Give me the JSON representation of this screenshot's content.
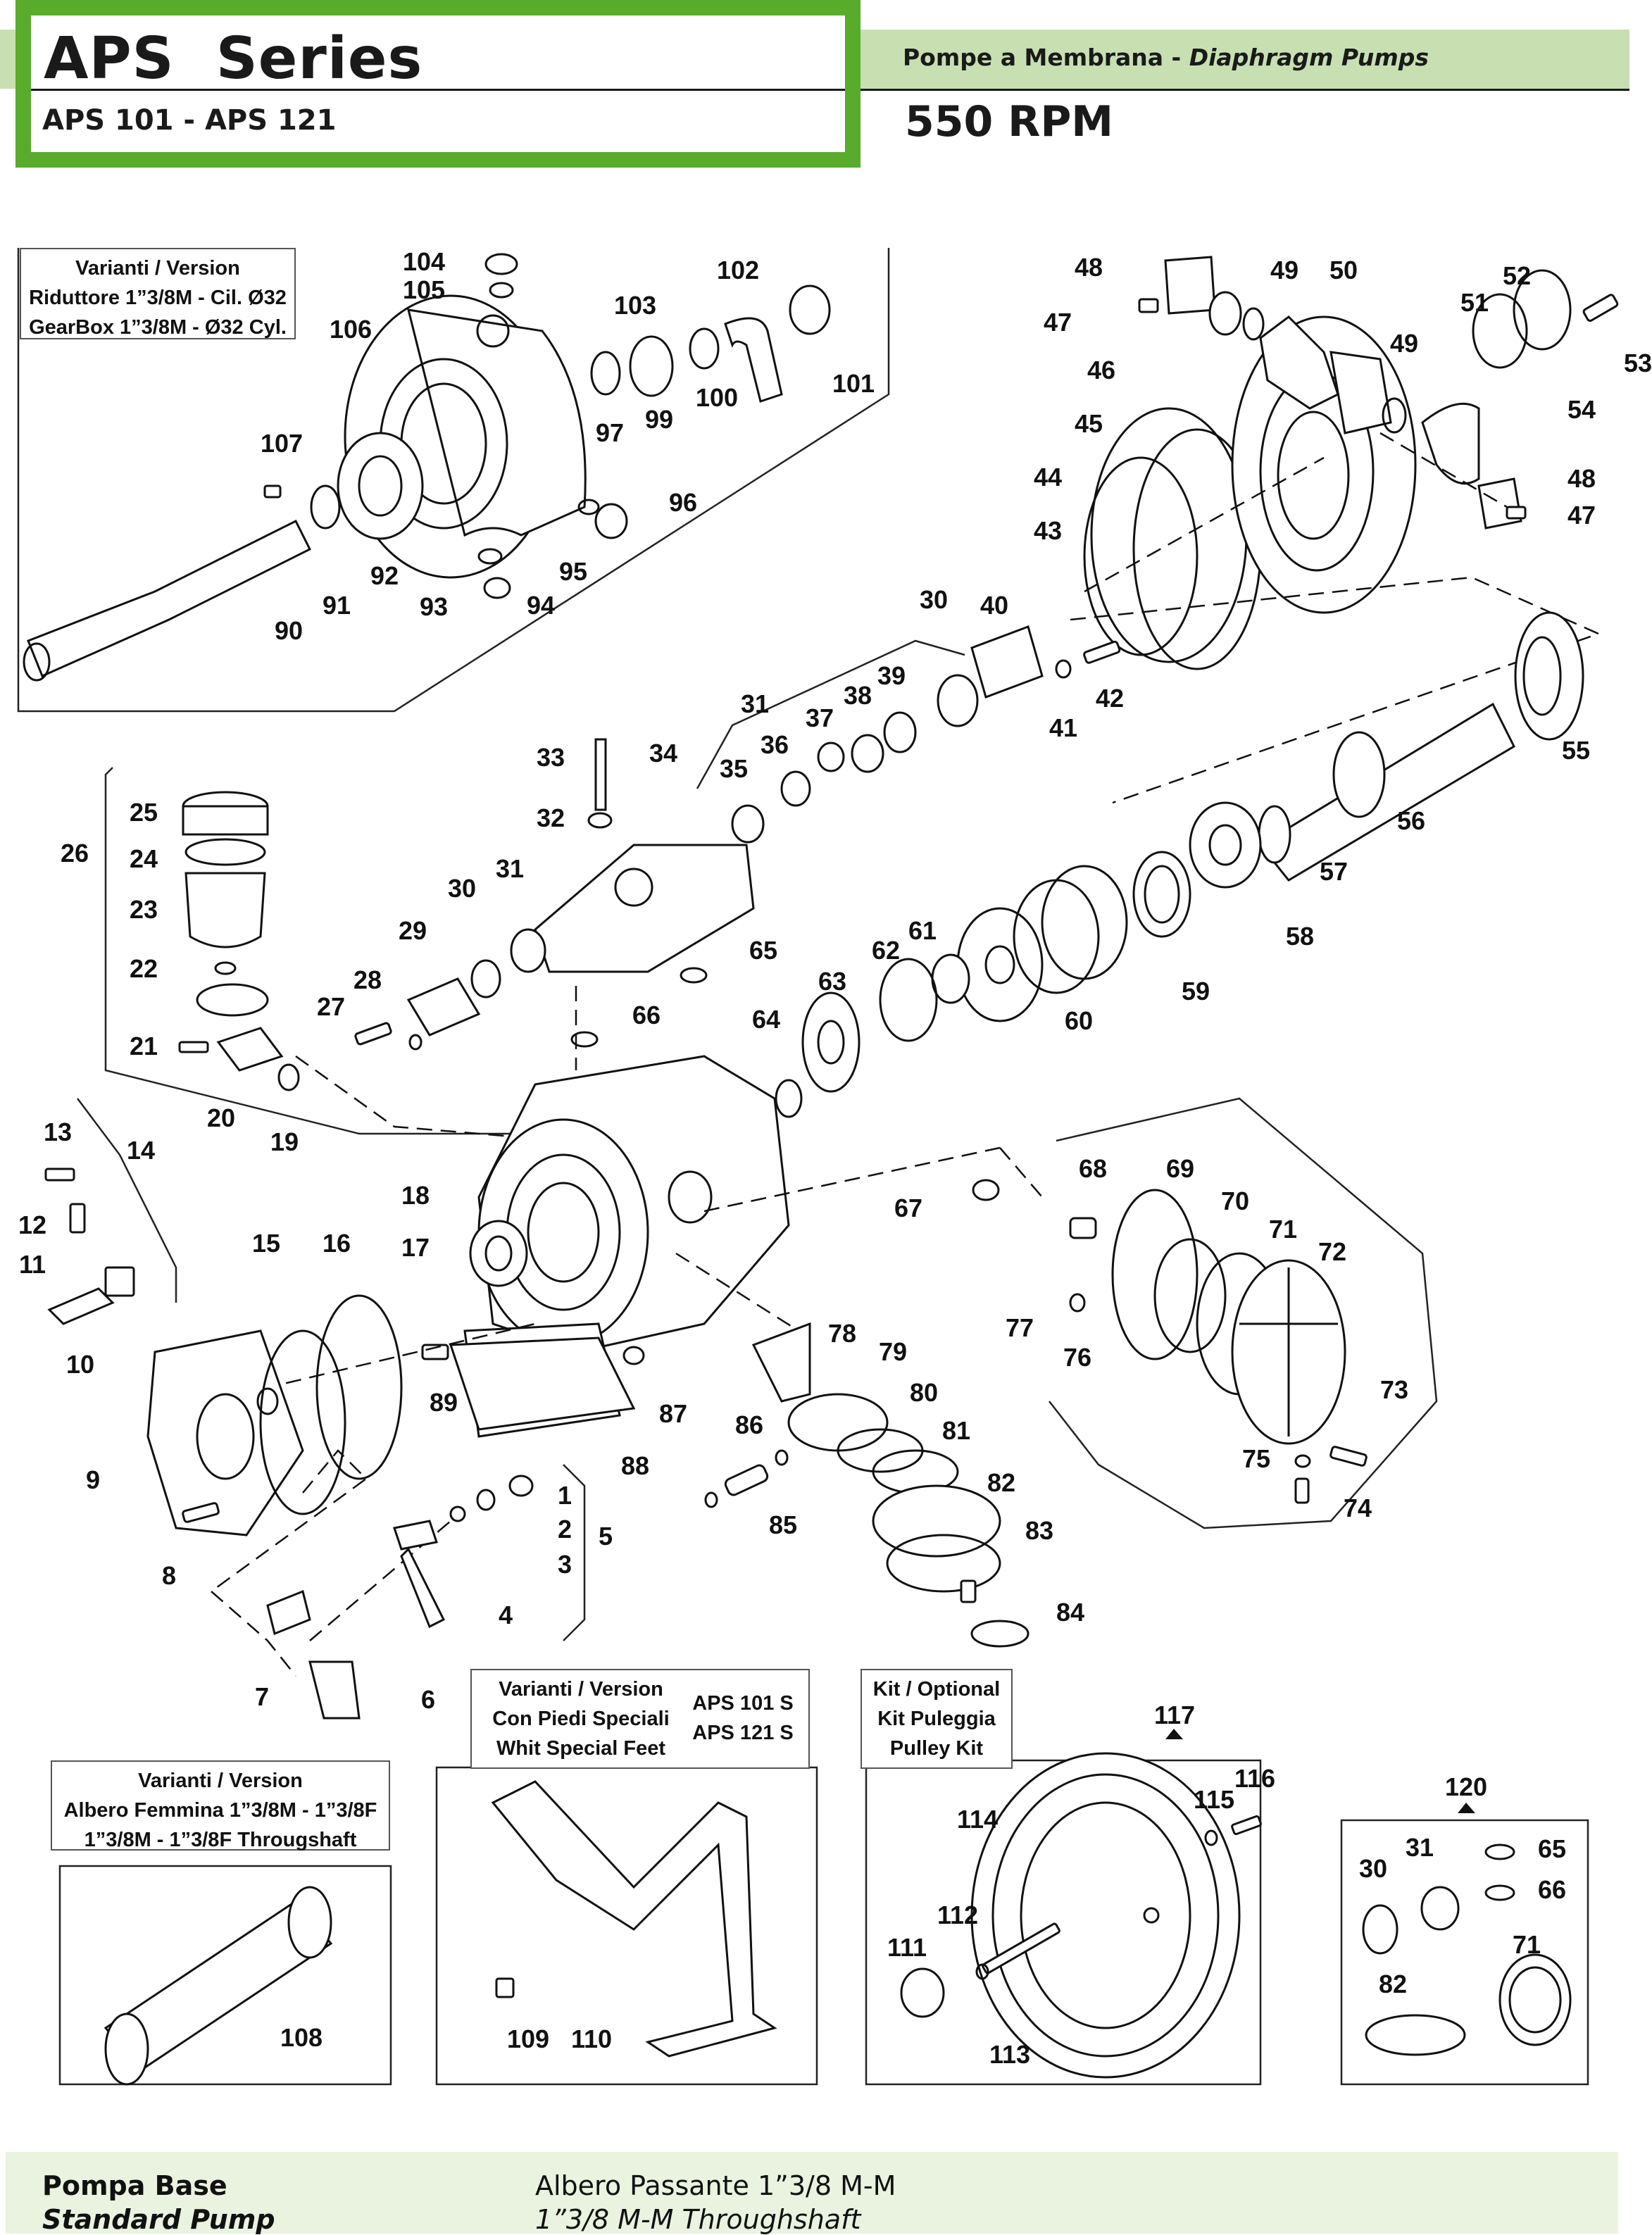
{
  "header": {
    "series_title": "APS  Series",
    "models": "APS 101 - APS 121",
    "category_it": "Pompe a Membrana - ",
    "category_en": "Diaphragm Pumps",
    "rpm": "550 RPM",
    "colors": {
      "brand_green": "#58ab2b",
      "band_green": "#c8e0b1",
      "footer_green": "#eaf3e0"
    }
  },
  "variant_boxes": {
    "gearbox": {
      "lines": [
        "Varianti / Version",
        "Riduttore 1”3/8M - Cil. Ø32",
        "GearBox 1”3/8M - Ø32 Cyl."
      ]
    },
    "special_feet": {
      "lines": [
        "Varianti / Version",
        "Con Piedi Speciali",
        "Whit Special Feet"
      ],
      "models": [
        "APS 101 S",
        "APS 121 S"
      ]
    },
    "pulley_kit": {
      "lines": [
        "Kit / Optional",
        "Kit Puleggia",
        "Pulley Kit"
      ]
    },
    "female_shaft": {
      "lines": [
        "Varianti / Version",
        "Albero Femmina 1”3/8M - 1”3/8F",
        "1”3/8M - 1”3/8F Througshaft"
      ]
    }
  },
  "part_labels": [
    {
      "id": "104",
      "n": "104"
    },
    {
      "id": "105",
      "n": "105"
    },
    {
      "id": "106",
      "n": "106"
    },
    {
      "id": "103",
      "n": "103"
    },
    {
      "id": "102",
      "n": "102"
    },
    {
      "id": "101",
      "n": "101"
    },
    {
      "id": "100",
      "n": "100"
    },
    {
      "id": "99",
      "n": "99"
    },
    {
      "id": "97",
      "n": "97"
    },
    {
      "id": "107",
      "n": "107"
    },
    {
      "id": "96",
      "n": "96"
    },
    {
      "id": "95",
      "n": "95"
    },
    {
      "id": "94",
      "n": "94"
    },
    {
      "id": "93",
      "n": "93"
    },
    {
      "id": "92",
      "n": "92"
    },
    {
      "id": "91",
      "n": "91"
    },
    {
      "id": "90",
      "n": "90"
    },
    {
      "id": "48a",
      "n": "48"
    },
    {
      "id": "47a",
      "n": "47"
    },
    {
      "id": "46",
      "n": "46"
    },
    {
      "id": "49a",
      "n": "49"
    },
    {
      "id": "50",
      "n": "50"
    },
    {
      "id": "49b",
      "n": "49"
    },
    {
      "id": "51",
      "n": "51"
    },
    {
      "id": "52",
      "n": "52"
    },
    {
      "id": "53",
      "n": "53"
    },
    {
      "id": "54",
      "n": "54"
    },
    {
      "id": "45",
      "n": "45"
    },
    {
      "id": "44",
      "n": "44"
    },
    {
      "id": "43",
      "n": "43"
    },
    {
      "id": "48b",
      "n": "48"
    },
    {
      "id": "47b",
      "n": "47"
    },
    {
      "id": "30a",
      "n": "30"
    },
    {
      "id": "40",
      "n": "40"
    },
    {
      "id": "42",
      "n": "42"
    },
    {
      "id": "41",
      "n": "41"
    },
    {
      "id": "39",
      "n": "39"
    },
    {
      "id": "38",
      "n": "38"
    },
    {
      "id": "37",
      "n": "37"
    },
    {
      "id": "36",
      "n": "36"
    },
    {
      "id": "35",
      "n": "35"
    },
    {
      "id": "31a",
      "n": "31"
    },
    {
      "id": "33",
      "n": "33"
    },
    {
      "id": "34",
      "n": "34"
    },
    {
      "id": "32",
      "n": "32"
    },
    {
      "id": "55",
      "n": "55"
    },
    {
      "id": "56",
      "n": "56"
    },
    {
      "id": "57",
      "n": "57"
    },
    {
      "id": "58",
      "n": "58"
    },
    {
      "id": "59",
      "n": "59"
    },
    {
      "id": "60",
      "n": "60"
    },
    {
      "id": "61",
      "n": "61"
    },
    {
      "id": "62",
      "n": "62"
    },
    {
      "id": "63",
      "n": "63"
    },
    {
      "id": "64",
      "n": "64"
    },
    {
      "id": "65",
      "n": "65"
    },
    {
      "id": "66",
      "n": "66"
    },
    {
      "id": "31b",
      "n": "31"
    },
    {
      "id": "30b",
      "n": "30"
    },
    {
      "id": "29",
      "n": "29"
    },
    {
      "id": "28",
      "n": "28"
    },
    {
      "id": "27",
      "n": "27"
    },
    {
      "id": "26",
      "n": "26"
    },
    {
      "id": "25",
      "n": "25"
    },
    {
      "id": "24",
      "n": "24"
    },
    {
      "id": "23",
      "n": "23"
    },
    {
      "id": "22",
      "n": "22"
    },
    {
      "id": "21",
      "n": "21"
    },
    {
      "id": "20",
      "n": "20"
    },
    {
      "id": "19",
      "n": "19"
    },
    {
      "id": "18",
      "n": "18"
    },
    {
      "id": "17",
      "n": "17"
    },
    {
      "id": "16",
      "n": "16"
    },
    {
      "id": "15",
      "n": "15"
    },
    {
      "id": "14",
      "n": "14"
    },
    {
      "id": "13",
      "n": "13"
    },
    {
      "id": "12",
      "n": "12"
    },
    {
      "id": "11",
      "n": "11"
    },
    {
      "id": "10",
      "n": "10"
    },
    {
      "id": "9",
      "n": "9"
    },
    {
      "id": "8",
      "n": "8"
    },
    {
      "id": "7",
      "n": "7"
    },
    {
      "id": "6",
      "n": "6"
    },
    {
      "id": "5",
      "n": "5"
    },
    {
      "id": "4",
      "n": "4"
    },
    {
      "id": "3",
      "n": "3"
    },
    {
      "id": "2",
      "n": "2"
    },
    {
      "id": "1",
      "n": "1"
    },
    {
      "id": "89",
      "n": "89"
    },
    {
      "id": "88",
      "n": "88"
    },
    {
      "id": "87",
      "n": "87"
    },
    {
      "id": "86",
      "n": "86"
    },
    {
      "id": "85",
      "n": "85"
    },
    {
      "id": "78",
      "n": "78"
    },
    {
      "id": "79",
      "n": "79"
    },
    {
      "id": "80",
      "n": "80"
    },
    {
      "id": "81",
      "n": "81"
    },
    {
      "id": "82a",
      "n": "82"
    },
    {
      "id": "83",
      "n": "83"
    },
    {
      "id": "84",
      "n": "84"
    },
    {
      "id": "67",
      "n": "67"
    },
    {
      "id": "68",
      "n": "68"
    },
    {
      "id": "69",
      "n": "69"
    },
    {
      "id": "70",
      "n": "70"
    },
    {
      "id": "71a",
      "n": "71"
    },
    {
      "id": "72",
      "n": "72"
    },
    {
      "id": "73",
      "n": "73"
    },
    {
      "id": "74",
      "n": "74"
    },
    {
      "id": "75",
      "n": "75"
    },
    {
      "id": "76",
      "n": "76"
    },
    {
      "id": "77",
      "n": "77"
    },
    {
      "id": "108",
      "n": "108"
    },
    {
      "id": "109",
      "n": "109"
    },
    {
      "id": "110",
      "n": "110"
    },
    {
      "id": "117",
      "n": "117"
    },
    {
      "id": "116",
      "n": "116"
    },
    {
      "id": "115",
      "n": "115"
    },
    {
      "id": "114",
      "n": "114"
    },
    {
      "id": "112",
      "n": "112"
    },
    {
      "id": "111",
      "n": "111"
    },
    {
      "id": "113",
      "n": "113"
    },
    {
      "id": "120",
      "n": "120"
    },
    {
      "id": "30c",
      "n": "30"
    },
    {
      "id": "31c",
      "n": "31"
    },
    {
      "id": "65b",
      "n": "65"
    },
    {
      "id": "66b",
      "n": "66"
    },
    {
      "id": "71b",
      "n": "71"
    },
    {
      "id": "82b",
      "n": "82"
    }
  ],
  "footer": {
    "left_it": "Pompa Base",
    "left_en": "Standard Pump",
    "right_it": "Albero Passante 1”3/8 M-M",
    "right_en": "1”3/8 M-M Throughshaft"
  }
}
